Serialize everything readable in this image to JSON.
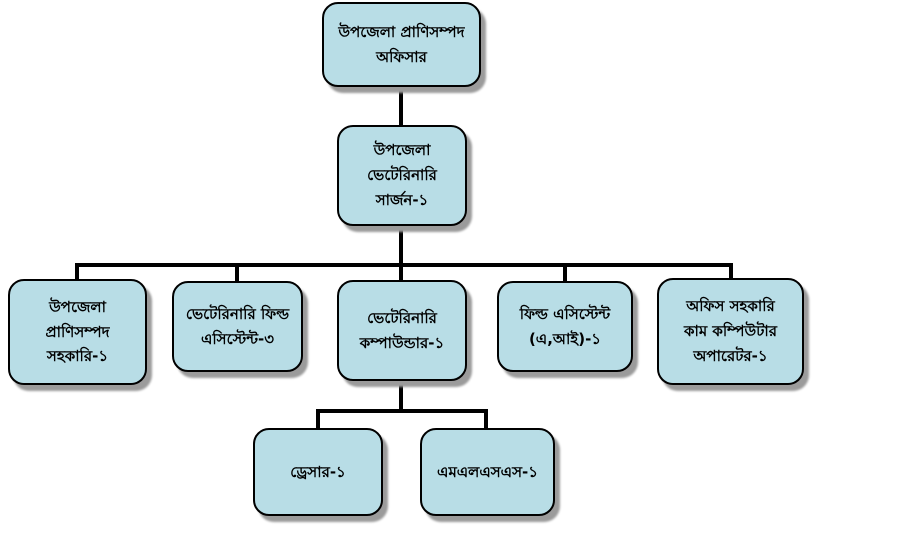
{
  "org_chart": {
    "type": "org-tree",
    "nodes": {
      "officer": {
        "lines": [
          "উপজেলা প্রাণিসম্পদ",
          "অফিসার"
        ]
      },
      "surgeon": {
        "lines": [
          "উপজেলা",
          "ভেটেরিনারি",
          "সার্জন-১"
        ]
      },
      "livestock_assistant": {
        "lines": [
          "উপজেলা",
          "প্রাণিসম্পদ",
          "সহকারি-১"
        ]
      },
      "vet_field_assistant": {
        "lines": [
          "ভেটেরিনারি ফিল্ড",
          "এসিস্টেন্ট-৩"
        ]
      },
      "compounder": {
        "lines": [
          "ভেটেরিনারি",
          "কম্পাউন্ডার-১"
        ]
      },
      "field_assistant_ai": {
        "lines": [
          "ফিল্ড এসিস্টেন্ট",
          "(এ,আই)-১"
        ]
      },
      "office_assistant": {
        "lines": [
          "অফিস সহকারি",
          "কাম কম্পিউটার",
          "অপারেটর-১"
        ]
      },
      "dresser": {
        "lines": [
          "ড্রেসার-১"
        ]
      },
      "mlss": {
        "lines": [
          "এমএলএসএস-১"
        ]
      }
    },
    "hierarchy": {
      "root": "officer",
      "officer_children": [
        "surgeon"
      ],
      "surgeon_children": [
        "livestock_assistant",
        "vet_field_assistant",
        "compounder",
        "field_assistant_ai",
        "office_assistant"
      ],
      "compounder_children": [
        "dresser",
        "mlss"
      ]
    },
    "colors": {
      "box_fill": "#b8dde6",
      "box_border": "#000000",
      "shadow": "#9b9b9b",
      "line": "#000000"
    }
  }
}
